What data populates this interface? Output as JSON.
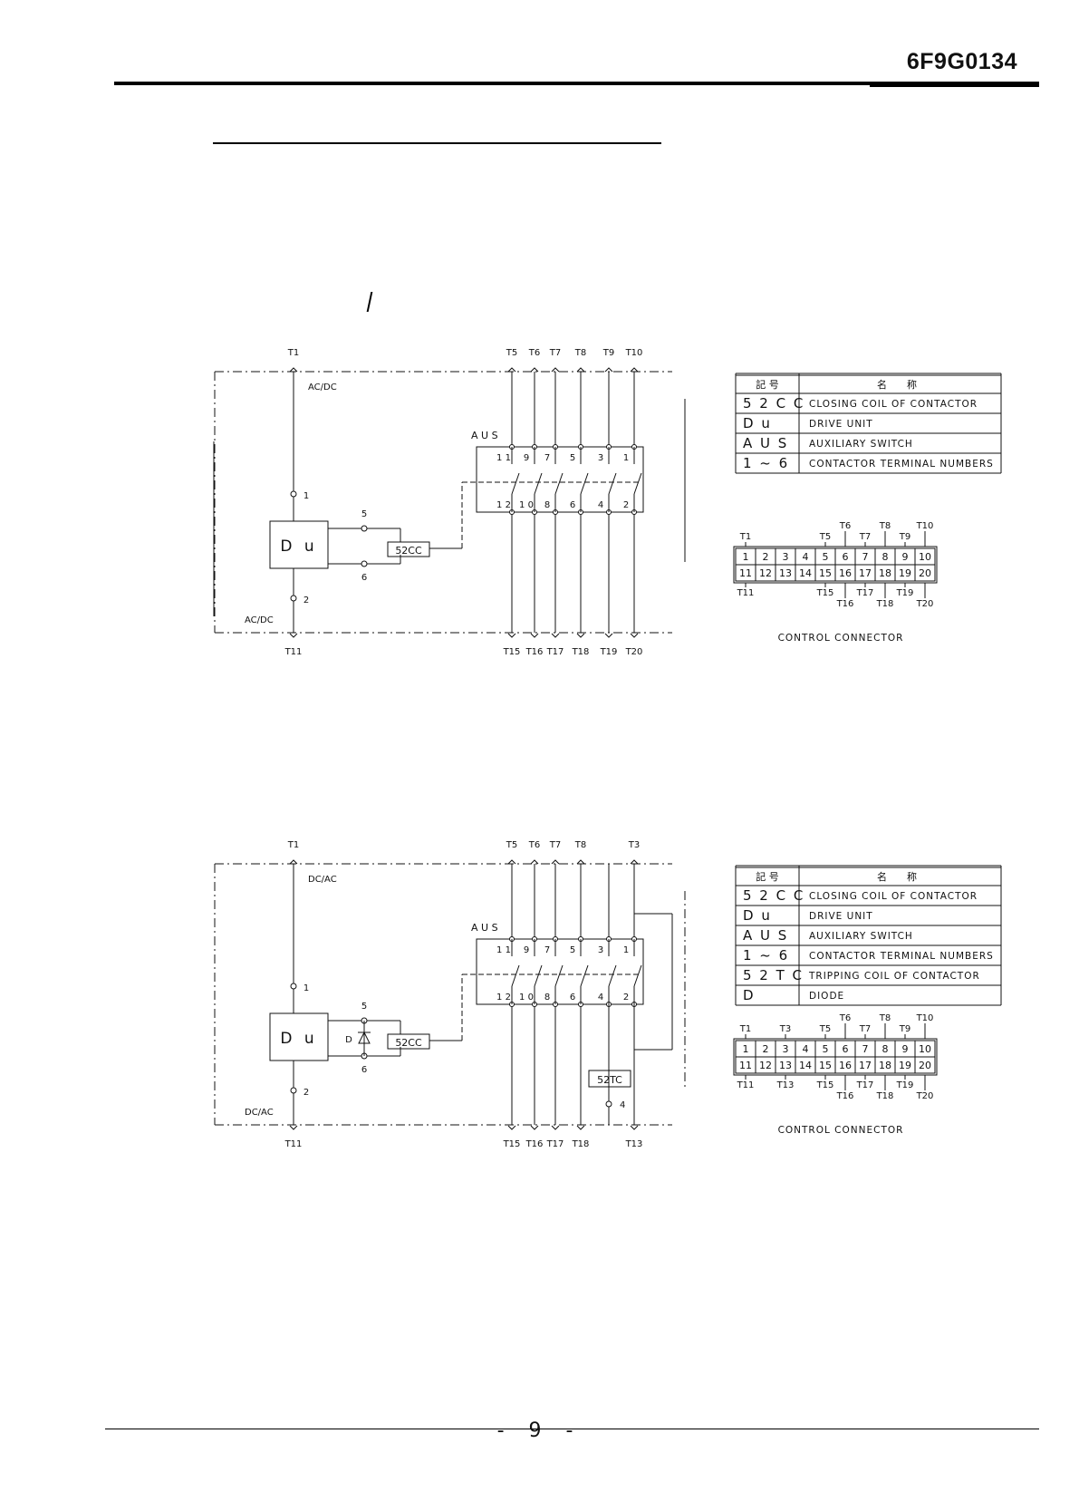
{
  "header": {
    "doc_number": "6F9G0134"
  },
  "footer": {
    "page_number": "- 9 -"
  },
  "diagram1": {
    "top_terminals": [
      "T1",
      "T5",
      "T6",
      "T7",
      "T8",
      "T9",
      "T10"
    ],
    "bottom_terminals": [
      "T11",
      "T15",
      "T16",
      "T17",
      "T18",
      "T19",
      "T20"
    ],
    "supply_top": "AC/DC",
    "supply_bottom": "AC/DC",
    "node_labels": [
      "1",
      "2",
      "5",
      "6"
    ],
    "drive_unit": "D u",
    "coil": "52CC",
    "aux_label": "A U S",
    "contacts_top": [
      "1 1",
      "9",
      "7",
      "5",
      "3",
      "1"
    ],
    "contacts_bottom": [
      "1 2",
      "1 0",
      "8",
      "6",
      "4",
      "2"
    ],
    "legend_header": [
      "記 号",
      "名　　称"
    ],
    "legend": [
      {
        "sym": "5 2 C C",
        "name": "CLOSING COIL OF CONTACTOR"
      },
      {
        "sym": "D u",
        "name": "DRIVE UNIT"
      },
      {
        "sym": "A U S",
        "name": "AUXILIARY SWITCH"
      },
      {
        "sym": "1 ~ 6",
        "name": "CONTACTOR TERMINAL NUMBERS"
      }
    ],
    "connector_title": "CONTROL CONNECTOR",
    "connector_top_row": [
      "1",
      "2",
      "3",
      "4",
      "5",
      "6",
      "7",
      "8",
      "9",
      "10"
    ],
    "connector_bottom_row": [
      "11",
      "12",
      "13",
      "14",
      "15",
      "16",
      "17",
      "18",
      "19",
      "20"
    ],
    "connector_labels_top": [
      "T1",
      "T5",
      "T6",
      "T7",
      "T8",
      "T9",
      "T10"
    ],
    "connector_labels_bottom": [
      "T11",
      "T15",
      "T16",
      "T17",
      "T18",
      "T19",
      "T20"
    ]
  },
  "diagram2": {
    "top_terminals": [
      "T1",
      "T5",
      "T6",
      "T7",
      "T8",
      "T3"
    ],
    "bottom_terminals": [
      "T11",
      "T15",
      "T16",
      "T17",
      "T18",
      "T13"
    ],
    "supply_top": "DC/AC",
    "supply_bottom": "DC/AC",
    "node_labels": [
      "1",
      "2",
      "5",
      "6",
      "4"
    ],
    "drive_unit": "D u",
    "diode": "D",
    "coil": "52CC",
    "trip_coil": "52TC",
    "aux_label": "A U S",
    "contacts_top": [
      "1 1",
      "9",
      "7",
      "5",
      "3",
      "1"
    ],
    "contacts_bottom": [
      "1 2",
      "1 0",
      "8",
      "6",
      "4",
      "2"
    ],
    "legend_header": [
      "記 号",
      "名　　称"
    ],
    "legend": [
      {
        "sym": "5 2 C C",
        "name": "CLOSING COIL OF CONTACTOR"
      },
      {
        "sym": "D u",
        "name": "DRIVE UNIT"
      },
      {
        "sym": "A U S",
        "name": "AUXILIARY SWITCH"
      },
      {
        "sym": "1 ~ 6",
        "name": "CONTACTOR TERMINAL NUMBERS"
      },
      {
        "sym": "5 2 T C",
        "name": "TRIPPING COIL OF CONTACTOR"
      },
      {
        "sym": "D",
        "name": "DIODE"
      }
    ],
    "connector_title": "CONTROL CONNECTOR",
    "connector_top_row": [
      "1",
      "2",
      "3",
      "4",
      "5",
      "6",
      "7",
      "8",
      "9",
      "10"
    ],
    "connector_bottom_row": [
      "11",
      "12",
      "13",
      "14",
      "15",
      "16",
      "17",
      "18",
      "19",
      "20"
    ],
    "connector_labels_top": [
      "T1",
      "T3",
      "T5",
      "T6",
      "T7",
      "T8",
      "T9",
      "T10"
    ],
    "connector_labels_bottom": [
      "T11",
      "T13",
      "T15",
      "T16",
      "T17",
      "T18",
      "T19",
      "T20"
    ]
  }
}
